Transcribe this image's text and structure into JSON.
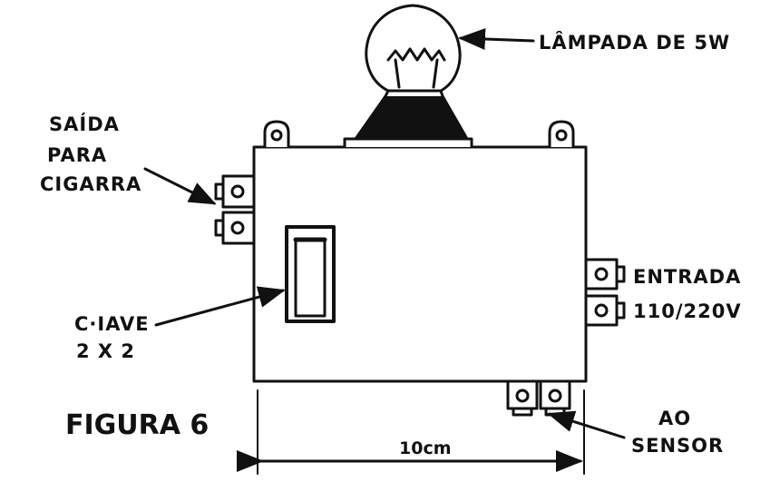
{
  "figure_label": "FIGURA 6",
  "labels": {
    "lamp": "LÂMPADA DE 5W",
    "siren_output": [
      "SAÍDA",
      "PARA",
      "CIGARRA"
    ],
    "switch": [
      "C·IAVE",
      "2 X 2"
    ],
    "power_input": [
      "ENTRADA",
      "110/220V"
    ],
    "sensor": [
      "AO",
      "SENSOR"
    ]
  },
  "dimension": "10cm",
  "colors": {
    "ink": "#111111",
    "background": "#ffffff"
  }
}
